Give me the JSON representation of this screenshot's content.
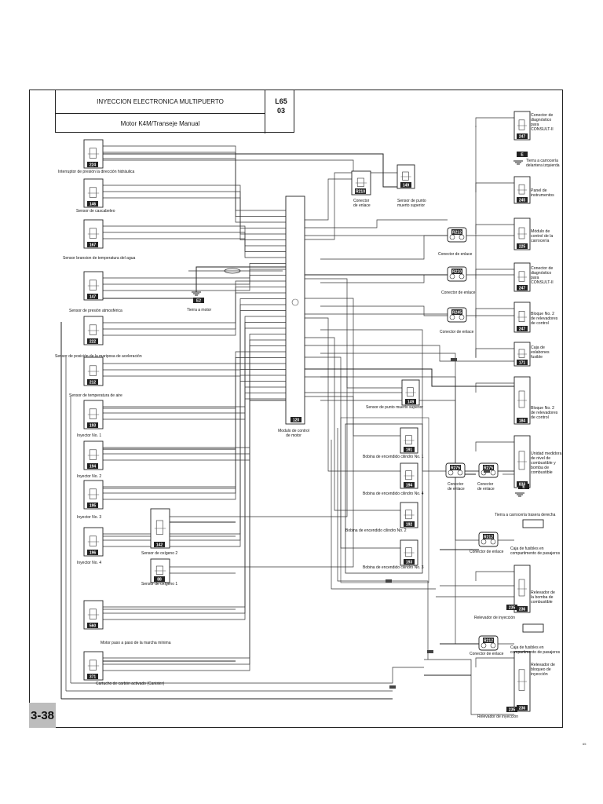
{
  "header": {
    "title": "INYECCION ELECTRONICA MULTIPUERTO",
    "subtitle": "Motor K4M/Transeje Manual",
    "code_line1": "L65",
    "code_line2": "03"
  },
  "page_number": "3-38",
  "corner_mark": "65",
  "ecm": {
    "label_line1": "Modulo de control",
    "label_line2": "de motor",
    "code": "120"
  },
  "left_components": [
    {
      "id": "interruptor-presion",
      "label": "Interruptor de presión la dirección hidráulica",
      "code": "224"
    },
    {
      "id": "sensor-cascabeleo",
      "label": "Sensor de cascabeleo",
      "code": "146"
    },
    {
      "id": "sensor-temp-agua",
      "label": "Sensor bransion de temperatura del agua",
      "code": "167"
    },
    {
      "id": "sensor-presion-atm",
      "label": "Sensor de presión atmosférica",
      "code": "147"
    },
    {
      "id": "sensor-posicion-mariposa",
      "label": "Sensor de posición de la mariposa de aceleración",
      "code": "222"
    },
    {
      "id": "sensor-temp-aire",
      "label": "Sensor de temperatura de aire",
      "code": "212"
    },
    {
      "id": "inyector-1",
      "label": "Inyector No. 1",
      "code": "193"
    },
    {
      "id": "inyector-2",
      "label": "Inyector No. 2",
      "code": "194"
    },
    {
      "id": "inyector-3",
      "label": "Inyector No. 3",
      "code": "195"
    },
    {
      "id": "inyector-4",
      "label": "Inyector No. 4",
      "code": "196"
    },
    {
      "id": "motor-paso",
      "label": "Motor paso a paso de la marcha mínima",
      "code": "560"
    },
    {
      "id": "cartucho-carbon",
      "label": "Cartucho de carbón activado (Canister)",
      "code": "371"
    }
  ],
  "center_components": [
    {
      "id": "conector-enlace-top",
      "label_line1": "Conector",
      "label_line2": "de enlace",
      "code": "R210"
    },
    {
      "id": "sensor-punto-muerto-sup-top",
      "label_line1": "Sensor de punto",
      "label_line2": "muerto superior",
      "code": "149"
    },
    {
      "id": "tierra-motor",
      "label": "Tierra a motor",
      "code": "E2"
    },
    {
      "id": "sensor-punto-muerto-sup",
      "label": "Sensor de punto muerto superior",
      "code": "149"
    },
    {
      "id": "bobina-1",
      "label": "Bobina de encendido cilindro No. 1",
      "code": "191"
    },
    {
      "id": "bobina-4",
      "label": "Bobina de encendido cilindro No. 4",
      "code": "194"
    },
    {
      "id": "bobina-2",
      "label": "Bobina de encendido cilindro No. 2",
      "code": "192"
    },
    {
      "id": "bobina-3",
      "label": "Bobina de encendido cilindro No. 3",
      "code": "193"
    },
    {
      "id": "sensor-oxigeno-2",
      "label": "Sensor de oxígeno 2",
      "code": "142"
    },
    {
      "id": "sensor-oxigeno-1",
      "label": "Sensor de oxígeno 1",
      "code": "88"
    }
  ],
  "right_components": [
    {
      "id": "conector-diag-consult-top",
      "label_lines": [
        "Conector de",
        "diagnóstico",
        "para",
        "CONSULT-II"
      ],
      "code": "247"
    },
    {
      "id": "tierra-carroceria-del",
      "label_lines": [
        "Tierra a carrocería",
        "delantera izquierda"
      ],
      "code": "E"
    },
    {
      "id": "panel-instrumentos",
      "label_lines": [
        "Panel de",
        "instrumentos"
      ],
      "code": "245"
    },
    {
      "id": "modulo-control-carroceria",
      "label_lines": [
        "Módulo de",
        "control de la",
        "carrocería"
      ],
      "code": "225"
    },
    {
      "id": "conector-diag-consult",
      "label_lines": [
        "Conector de",
        "diagnóstico",
        "para",
        "CONSULT-II"
      ],
      "code": "247"
    },
    {
      "id": "bloque-relevadores-2a",
      "label_lines": [
        "Bloque No. 2",
        "de relevadores",
        "de control"
      ],
      "code": "247"
    },
    {
      "id": "caja-eslabones",
      "label_lines": [
        "Caja de",
        "eslabones",
        "fusible"
      ],
      "code": "171"
    },
    {
      "id": "bloque-relevadores-2b",
      "label_lines": [
        "Bloque No. 2",
        "de relevadores",
        "de control"
      ],
      "code": "184"
    },
    {
      "id": "unidad-medidora",
      "label_lines": [
        "Unidad medidora",
        "de nivel de",
        "combustible y",
        "bomba de",
        "combustible"
      ],
      "code": "833"
    },
    {
      "id": "tierra-carroceria-tras",
      "label_lines": [
        "Tierra a carrocería trasera derecha"
      ],
      "code": "E"
    },
    {
      "id": "relevador-bomba",
      "label_lines": [
        "Relevador de",
        "la bomba de",
        "combustible"
      ],
      "code": "236"
    },
    {
      "id": "relevador-inyeccion-1",
      "label_lines": [
        "Relevador de inyección"
      ],
      "code": "235"
    },
    {
      "id": "relevador-bloqueo",
      "label_lines": [
        "Relevador de",
        "bloqueo de",
        "inyección"
      ],
      "code": "236"
    },
    {
      "id": "relevador-inyeccion-2",
      "label_lines": [
        "Relevador de inyección"
      ],
      "code": "235"
    }
  ],
  "connectors": [
    {
      "id": "cx-1",
      "label": "Conector de enlace",
      "code": "R212"
    },
    {
      "id": "cx-2",
      "label": "Conector de enlace",
      "code": "R210"
    },
    {
      "id": "cx-3",
      "label": "Conector de enlace",
      "code": "R245"
    },
    {
      "id": "cx-4",
      "label_lines": [
        "Conector",
        "de enlace"
      ],
      "code": "R275"
    },
    {
      "id": "cx-5",
      "label_lines": [
        "Conector",
        "de enlace"
      ],
      "code": "R275"
    },
    {
      "id": "cx-6",
      "label": "Conector de enlace",
      "code": "R212"
    },
    {
      "id": "cx-7",
      "label": "Conector de enlace",
      "code": "R212"
    }
  ],
  "fuse_boxes": [
    {
      "id": "caja-fusibles-1",
      "label_lines": [
        "Caja de fusibles en",
        "compartimento de pasajeros"
      ]
    },
    {
      "id": "caja-fusibles-2",
      "label_lines": [
        "Caja de fusibles en",
        "compartimento de pasajeros"
      ]
    }
  ]
}
